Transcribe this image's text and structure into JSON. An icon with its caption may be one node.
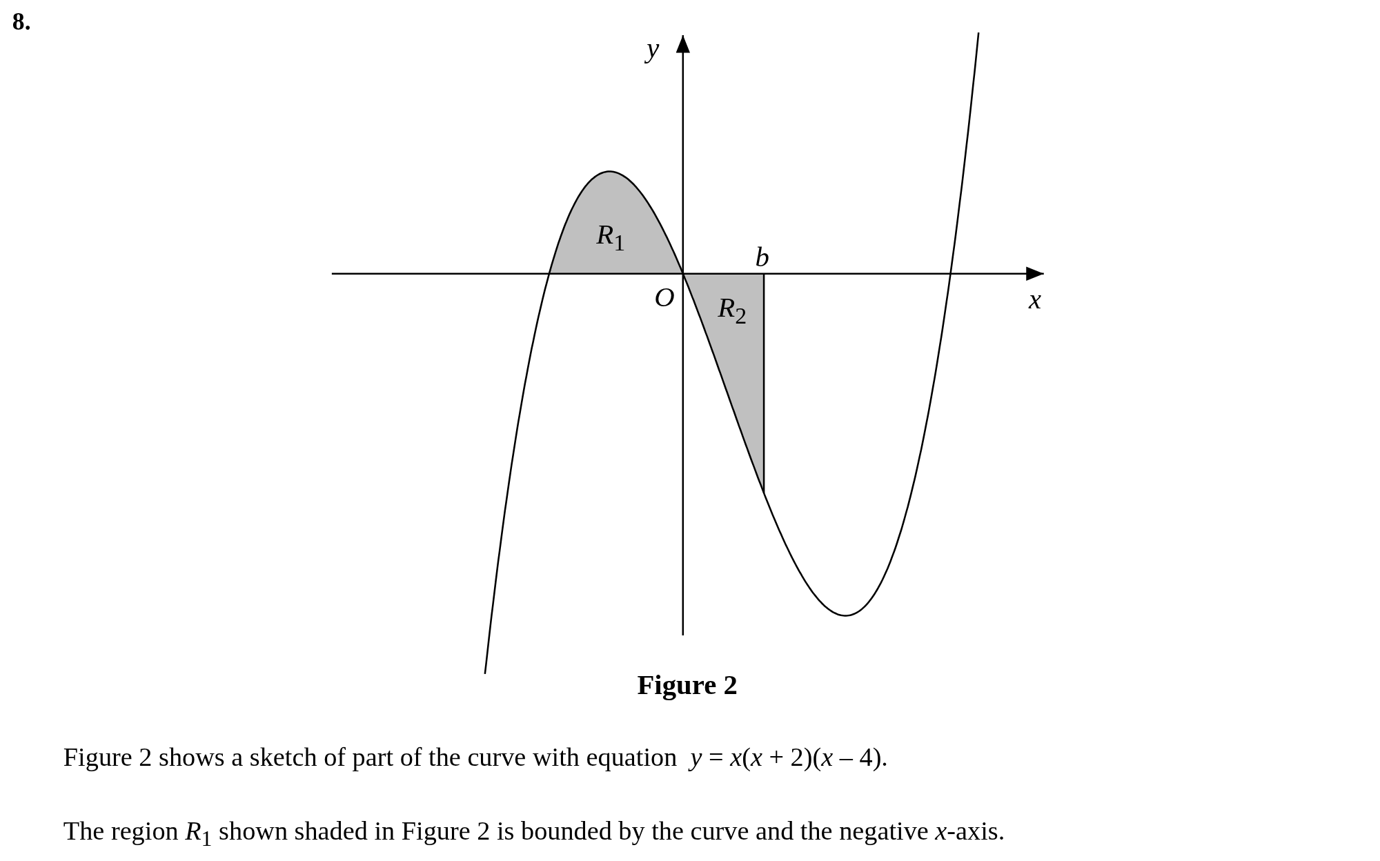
{
  "diagram": {
    "title": "8.",
    "caption": "Figure 2",
    "labels": [
      "y",
      "*R*$_{1}$",
      "b",
      "O",
      "*R*$_{2}$",
      "x",
      "Figure 2 shows a sketch of part of the curve with equation  *y* = *x*(*x* + 2)(*x* – 4).",
      "The region *R*$_{1}$ shown shaded in Figure 2 is bounded by the curve and the negative *x*-axis."
    ]
  }
}
